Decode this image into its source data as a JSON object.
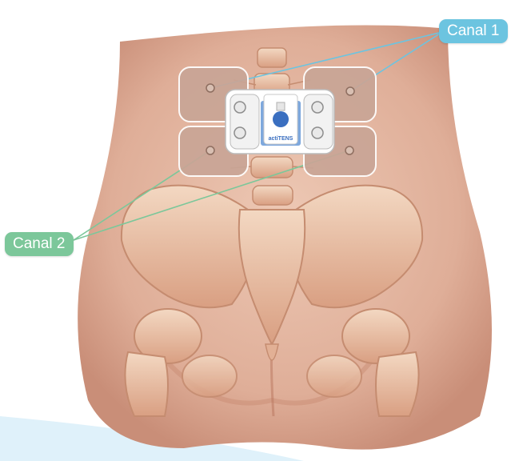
{
  "labels": {
    "channel_1": "Canal 1",
    "channel_2": "Canal 2"
  },
  "device": {
    "brand_text": "actiTENS"
  },
  "colors": {
    "channel_1": "#6cc4e0",
    "channel_2": "#7cc79a",
    "skin": "#e0b3a0",
    "bone": "#efcfb8",
    "electrode_pad": "#c9a596",
    "device_button": "#3a6fc0",
    "background_swoosh": "#dff1fa"
  }
}
